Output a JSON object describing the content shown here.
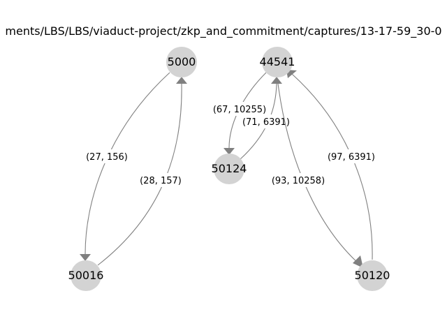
{
  "title": "ments/LBS/LBS/viaduct-project/zkp_and_commitment/captures/13-17-59_30-0",
  "colors": {
    "node": "#d3d3d3",
    "edge": "#808080",
    "background": "#ffffff"
  },
  "nodes": [
    {
      "id": "n5000",
      "label": "5000"
    },
    {
      "id": "n44541",
      "label": "44541"
    },
    {
      "id": "n50124",
      "label": "50124"
    },
    {
      "id": "n50016",
      "label": "50016"
    },
    {
      "id": "n50120",
      "label": "50120"
    }
  ],
  "edges": [
    {
      "id": "e1",
      "from": "5000",
      "to": "50016",
      "label": "(27, 156)"
    },
    {
      "id": "e2",
      "from": "50016",
      "to": "5000",
      "label": "(28, 157)"
    },
    {
      "id": "e3",
      "from": "44541",
      "to": "50124",
      "label": "(67, 10255)"
    },
    {
      "id": "e4",
      "from": "50124",
      "to": "44541",
      "label": "(71, 6391)"
    },
    {
      "id": "e5",
      "from": "44541",
      "to": "50120",
      "label": "(93, 10258)"
    },
    {
      "id": "e6",
      "from": "50120",
      "to": "44541",
      "label": "(97, 6391)"
    }
  ]
}
